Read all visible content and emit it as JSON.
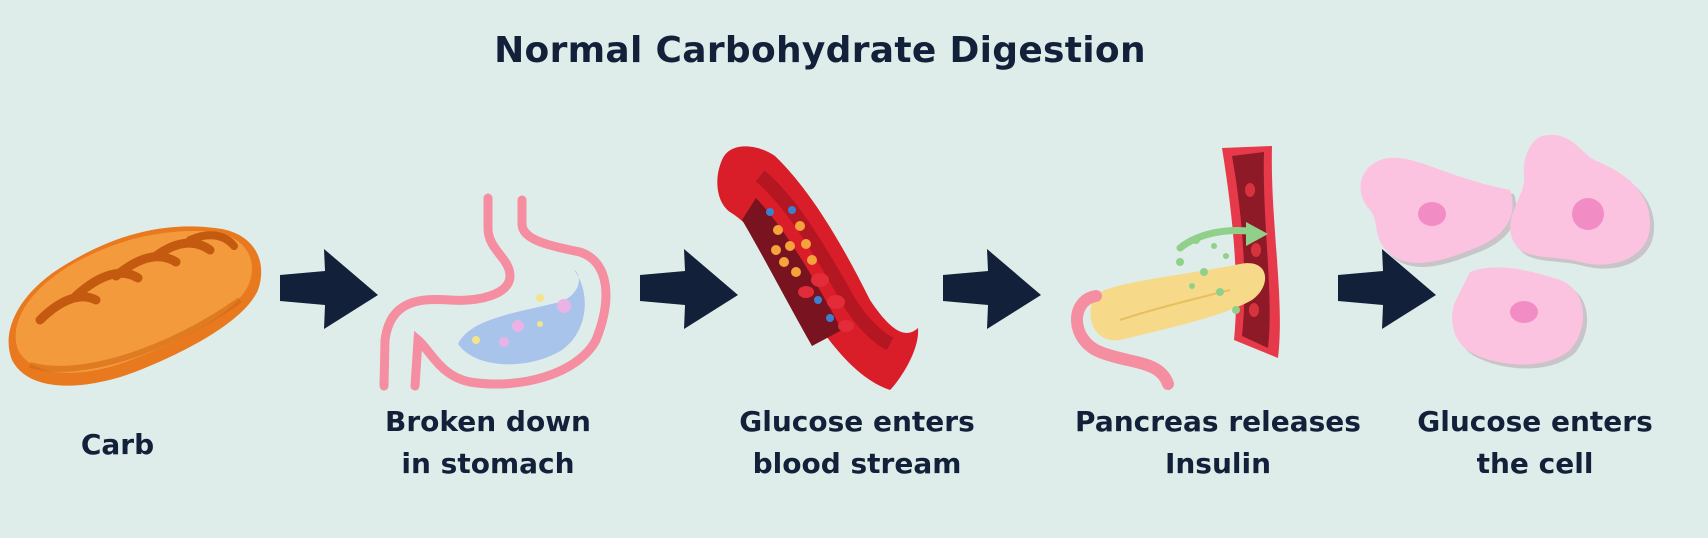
{
  "title": "Normal Carbohydrate Digestion",
  "colors": {
    "background": "#dfedea",
    "text": "#13203a",
    "arrow": "#13203a",
    "bread": "#f08a2a",
    "stomach_outline": "#f48ea0",
    "stomach_fluid": "#a9c4ea",
    "vessel": "#d91e2a",
    "pancreas": "#f7d98a",
    "cell": "#fbc3e0",
    "nucleus": "#f28cc4"
  },
  "steps": [
    {
      "id": "carb",
      "icon": "bread-icon",
      "label_lines": [
        "Carb"
      ]
    },
    {
      "id": "stomach",
      "icon": "stomach-icon",
      "label_lines": [
        "Broken down",
        "in stomach"
      ]
    },
    {
      "id": "blood",
      "icon": "blood-vessel-icon",
      "label_lines": [
        "Glucose enters",
        "blood stream"
      ]
    },
    {
      "id": "pancreas",
      "icon": "pancreas-icon",
      "label_lines": [
        "Pancreas releases",
        "Insulin"
      ]
    },
    {
      "id": "cell",
      "icon": "cells-icon",
      "label_lines": [
        "Glucose enters",
        "the cell"
      ]
    }
  ],
  "arrow_icon": "right-arrow-icon"
}
